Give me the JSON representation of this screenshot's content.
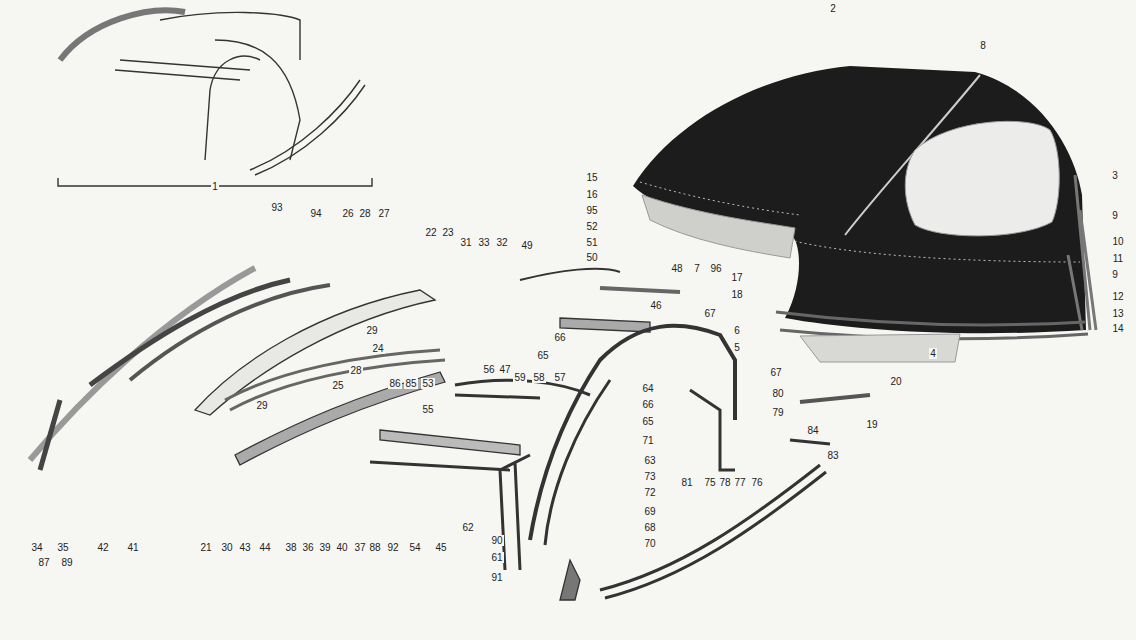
{
  "diagram": {
    "labels": [
      "1",
      "2",
      "8",
      "3",
      "9",
      "10",
      "11",
      "9",
      "12",
      "13",
      "14",
      "15",
      "16",
      "95",
      "52",
      "51",
      "50",
      "93",
      "94",
      "26",
      "28",
      "27",
      "22",
      "23",
      "31",
      "33",
      "32",
      "49",
      "7",
      "48",
      "96",
      "17",
      "18",
      "67",
      "46",
      "6",
      "5",
      "66",
      "65",
      "4",
      "29",
      "24",
      "28",
      "25",
      "67",
      "86",
      "85",
      "53",
      "56",
      "47",
      "59",
      "58",
      "57",
      "64",
      "80",
      "20",
      "29",
      "55",
      "66",
      "79",
      "65",
      "84",
      "19",
      "71",
      "83",
      "63",
      "73",
      "81",
      "75",
      "78",
      "77",
      "76",
      "72",
      "69",
      "62",
      "68",
      "70",
      "90",
      "34",
      "35",
      "42",
      "41",
      "21",
      "30",
      "43",
      "44",
      "38",
      "36",
      "39",
      "40",
      "37",
      "88",
      "92",
      "54",
      "45",
      "87",
      "89",
      "61",
      "91"
    ]
  }
}
